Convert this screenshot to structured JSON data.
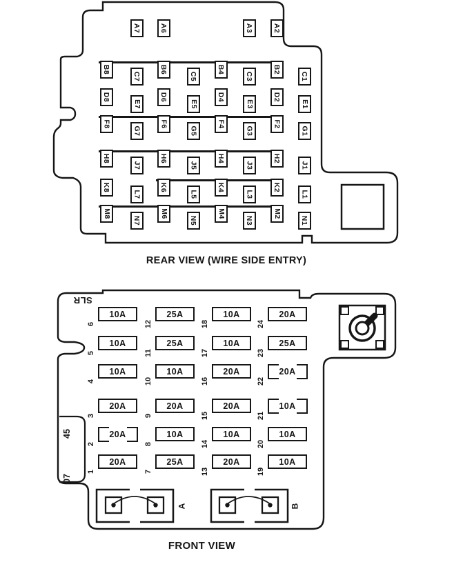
{
  "rear_view": {
    "caption": "REAR VIEW (WIRE SIDE ENTRY)",
    "rows": [
      {
        "id": "A",
        "bar": null,
        "cells": [
          {
            "label": "A7",
            "col": 7
          },
          {
            "label": "A6",
            "col": 6
          },
          {
            "label": "A3",
            "col": 3
          },
          {
            "label": "A2",
            "col": 2
          }
        ]
      },
      {
        "id": "BC",
        "bar": {
          "from": 8,
          "to": 2
        },
        "cells": [
          {
            "label": "B8",
            "col": 8
          },
          {
            "label": "C7",
            "col": 7
          },
          {
            "label": "B6",
            "col": 6
          },
          {
            "label": "C5",
            "col": 5
          },
          {
            "label": "B4",
            "col": 4
          },
          {
            "label": "C3",
            "col": 3
          },
          {
            "label": "B2",
            "col": 2
          },
          {
            "label": "C1",
            "col": 1
          }
        ]
      },
      {
        "id": "DE",
        "bar": null,
        "cells": [
          {
            "label": "D8",
            "col": 8
          },
          {
            "label": "E7",
            "col": 7
          },
          {
            "label": "D6",
            "col": 6
          },
          {
            "label": "E5",
            "col": 5
          },
          {
            "label": "D4",
            "col": 4
          },
          {
            "label": "E3",
            "col": 3
          },
          {
            "label": "D2",
            "col": 2
          },
          {
            "label": "E1",
            "col": 1
          }
        ]
      },
      {
        "id": "FG",
        "bar": {
          "from": 8,
          "to": 2
        },
        "cells": [
          {
            "label": "F8",
            "col": 8
          },
          {
            "label": "G7",
            "col": 7
          },
          {
            "label": "F6",
            "col": 6
          },
          {
            "label": "G5",
            "col": 5
          },
          {
            "label": "F4",
            "col": 4
          },
          {
            "label": "G3",
            "col": 3
          },
          {
            "label": "F2",
            "col": 2
          },
          {
            "label": "G1",
            "col": 1
          }
        ]
      },
      {
        "id": "HJ",
        "bar": {
          "from": 8,
          "to": 2
        },
        "cells": [
          {
            "label": "H8",
            "col": 8
          },
          {
            "label": "J7",
            "col": 7
          },
          {
            "label": "H6",
            "col": 6
          },
          {
            "label": "J5",
            "col": 5
          },
          {
            "label": "H4",
            "col": 4
          },
          {
            "label": "J3",
            "col": 3
          },
          {
            "label": "H2",
            "col": 2
          },
          {
            "label": "J1",
            "col": 1
          }
        ]
      },
      {
        "id": "KL",
        "bar": {
          "from": 6,
          "to": 2
        },
        "cells": [
          {
            "label": "K8",
            "col": 8
          },
          {
            "label": "L7",
            "col": 7
          },
          {
            "label": "K6",
            "col": 6
          },
          {
            "label": "L5",
            "col": 5
          },
          {
            "label": "K4",
            "col": 4
          },
          {
            "label": "L3",
            "col": 3
          },
          {
            "label": "K2",
            "col": 2
          },
          {
            "label": "L1",
            "col": 1
          }
        ]
      },
      {
        "id": "MN",
        "bar": {
          "from": 8,
          "to": 2
        },
        "cells": [
          {
            "label": "M8",
            "col": 8
          },
          {
            "label": "N7",
            "col": 7
          },
          {
            "label": "M6",
            "col": 6
          },
          {
            "label": "N5",
            "col": 5
          },
          {
            "label": "M4",
            "col": 4
          },
          {
            "label": "N3",
            "col": 3
          },
          {
            "label": "M2",
            "col": 2
          },
          {
            "label": "N1",
            "col": 1
          }
        ]
      }
    ]
  },
  "front_view": {
    "caption": "FRONT VIEW",
    "corner_label": "SLR",
    "side_labels": [
      "45",
      "07"
    ],
    "fuses": [
      {
        "num": "6",
        "amp": "10A",
        "col": 1,
        "row": 1,
        "style": "solid"
      },
      {
        "num": "5",
        "amp": "10A",
        "col": 1,
        "row": 2,
        "style": "solid"
      },
      {
        "num": "4",
        "amp": "10A",
        "col": 1,
        "row": 3,
        "style": "solid"
      },
      {
        "num": "3",
        "amp": "20A",
        "col": 1,
        "row": 4,
        "style": "solid"
      },
      {
        "num": "2",
        "amp": "20A",
        "col": 1,
        "row": 5,
        "style": "bracket"
      },
      {
        "num": "1",
        "amp": "20A",
        "col": 1,
        "row": 6,
        "style": "solid"
      },
      {
        "num": "12",
        "amp": "25A",
        "col": 2,
        "row": 1,
        "style": "solid"
      },
      {
        "num": "11",
        "amp": "25A",
        "col": 2,
        "row": 2,
        "style": "solid"
      },
      {
        "num": "10",
        "amp": "10A",
        "col": 2,
        "row": 3,
        "style": "solid"
      },
      {
        "num": "9",
        "amp": "20A",
        "col": 2,
        "row": 4,
        "style": "solid"
      },
      {
        "num": "8",
        "amp": "10A",
        "col": 2,
        "row": 5,
        "style": "solid"
      },
      {
        "num": "7",
        "amp": "25A",
        "col": 2,
        "row": 6,
        "style": "solid"
      },
      {
        "num": "18",
        "amp": "10A",
        "col": 3,
        "row": 1,
        "style": "solid"
      },
      {
        "num": "17",
        "amp": "10A",
        "col": 3,
        "row": 2,
        "style": "solid"
      },
      {
        "num": "16",
        "amp": "20A",
        "col": 3,
        "row": 3,
        "style": "solid"
      },
      {
        "num": "15",
        "amp": "20A",
        "col": 3,
        "row": 4,
        "style": "solid"
      },
      {
        "num": "14",
        "amp": "10A",
        "col": 3,
        "row": 5,
        "style": "solid"
      },
      {
        "num": "13",
        "amp": "20A",
        "col": 3,
        "row": 6,
        "style": "solid"
      },
      {
        "num": "24",
        "amp": "20A",
        "col": 4,
        "row": 1,
        "style": "solid"
      },
      {
        "num": "23",
        "amp": "25A",
        "col": 4,
        "row": 2,
        "style": "solid"
      },
      {
        "num": "22",
        "amp": "20A",
        "col": 4,
        "row": 3,
        "style": "bracket"
      },
      {
        "num": "21",
        "amp": "10A",
        "col": 4,
        "row": 4,
        "style": "bracket"
      },
      {
        "num": "20",
        "amp": "10A",
        "col": 4,
        "row": 5,
        "style": "solid"
      },
      {
        "num": "19",
        "amp": "10A",
        "col": 4,
        "row": 6,
        "style": "solid"
      }
    ],
    "breakers": [
      {
        "label": "A"
      },
      {
        "label": "B"
      }
    ]
  }
}
